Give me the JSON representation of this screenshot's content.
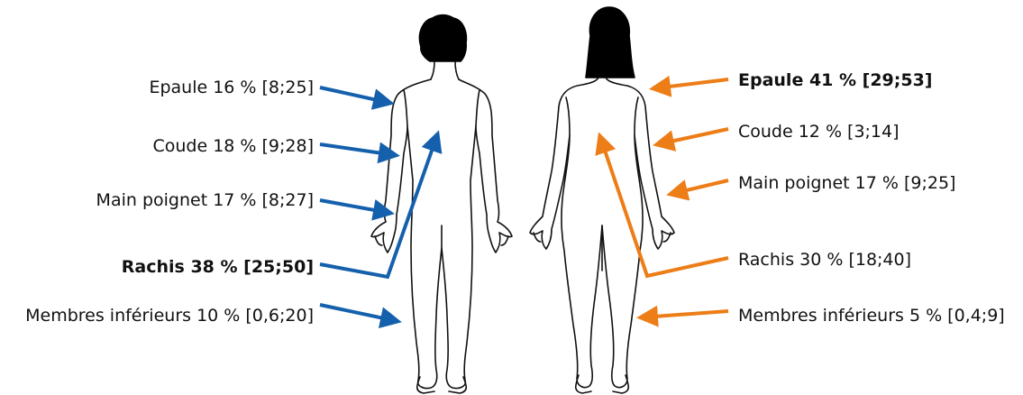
{
  "colors": {
    "male": "#1560ac",
    "female": "#ec7d17",
    "outline": "#111111",
    "hair": "#000000"
  },
  "male": {
    "labels": [
      {
        "key": "epaule",
        "text": "Epaule 16 % [8;25]",
        "bold": false
      },
      {
        "key": "coude",
        "text": "Coude 18 % [9;28]",
        "bold": false
      },
      {
        "key": "main",
        "text": "Main poignet 17 % [8;27]",
        "bold": false
      },
      {
        "key": "rachis",
        "text": "Rachis 38 % [25;50]",
        "bold": true
      },
      {
        "key": "membres",
        "text": "Membres inférieurs 10 % [0,6;20]",
        "bold": false
      }
    ]
  },
  "female": {
    "labels": [
      {
        "key": "epaule",
        "text": "Epaule 41 % [29;53]",
        "bold": true
      },
      {
        "key": "coude",
        "text": "Coude 12 % [3;14]",
        "bold": false
      },
      {
        "key": "main",
        "text": "Main poignet 17 % [9;25]",
        "bold": false
      },
      {
        "key": "rachis",
        "text": "Rachis 30 % [18;40]",
        "bold": false
      },
      {
        "key": "membres",
        "text": "Membres inférieurs 5 % [0,4;9]",
        "bold": false
      }
    ]
  }
}
